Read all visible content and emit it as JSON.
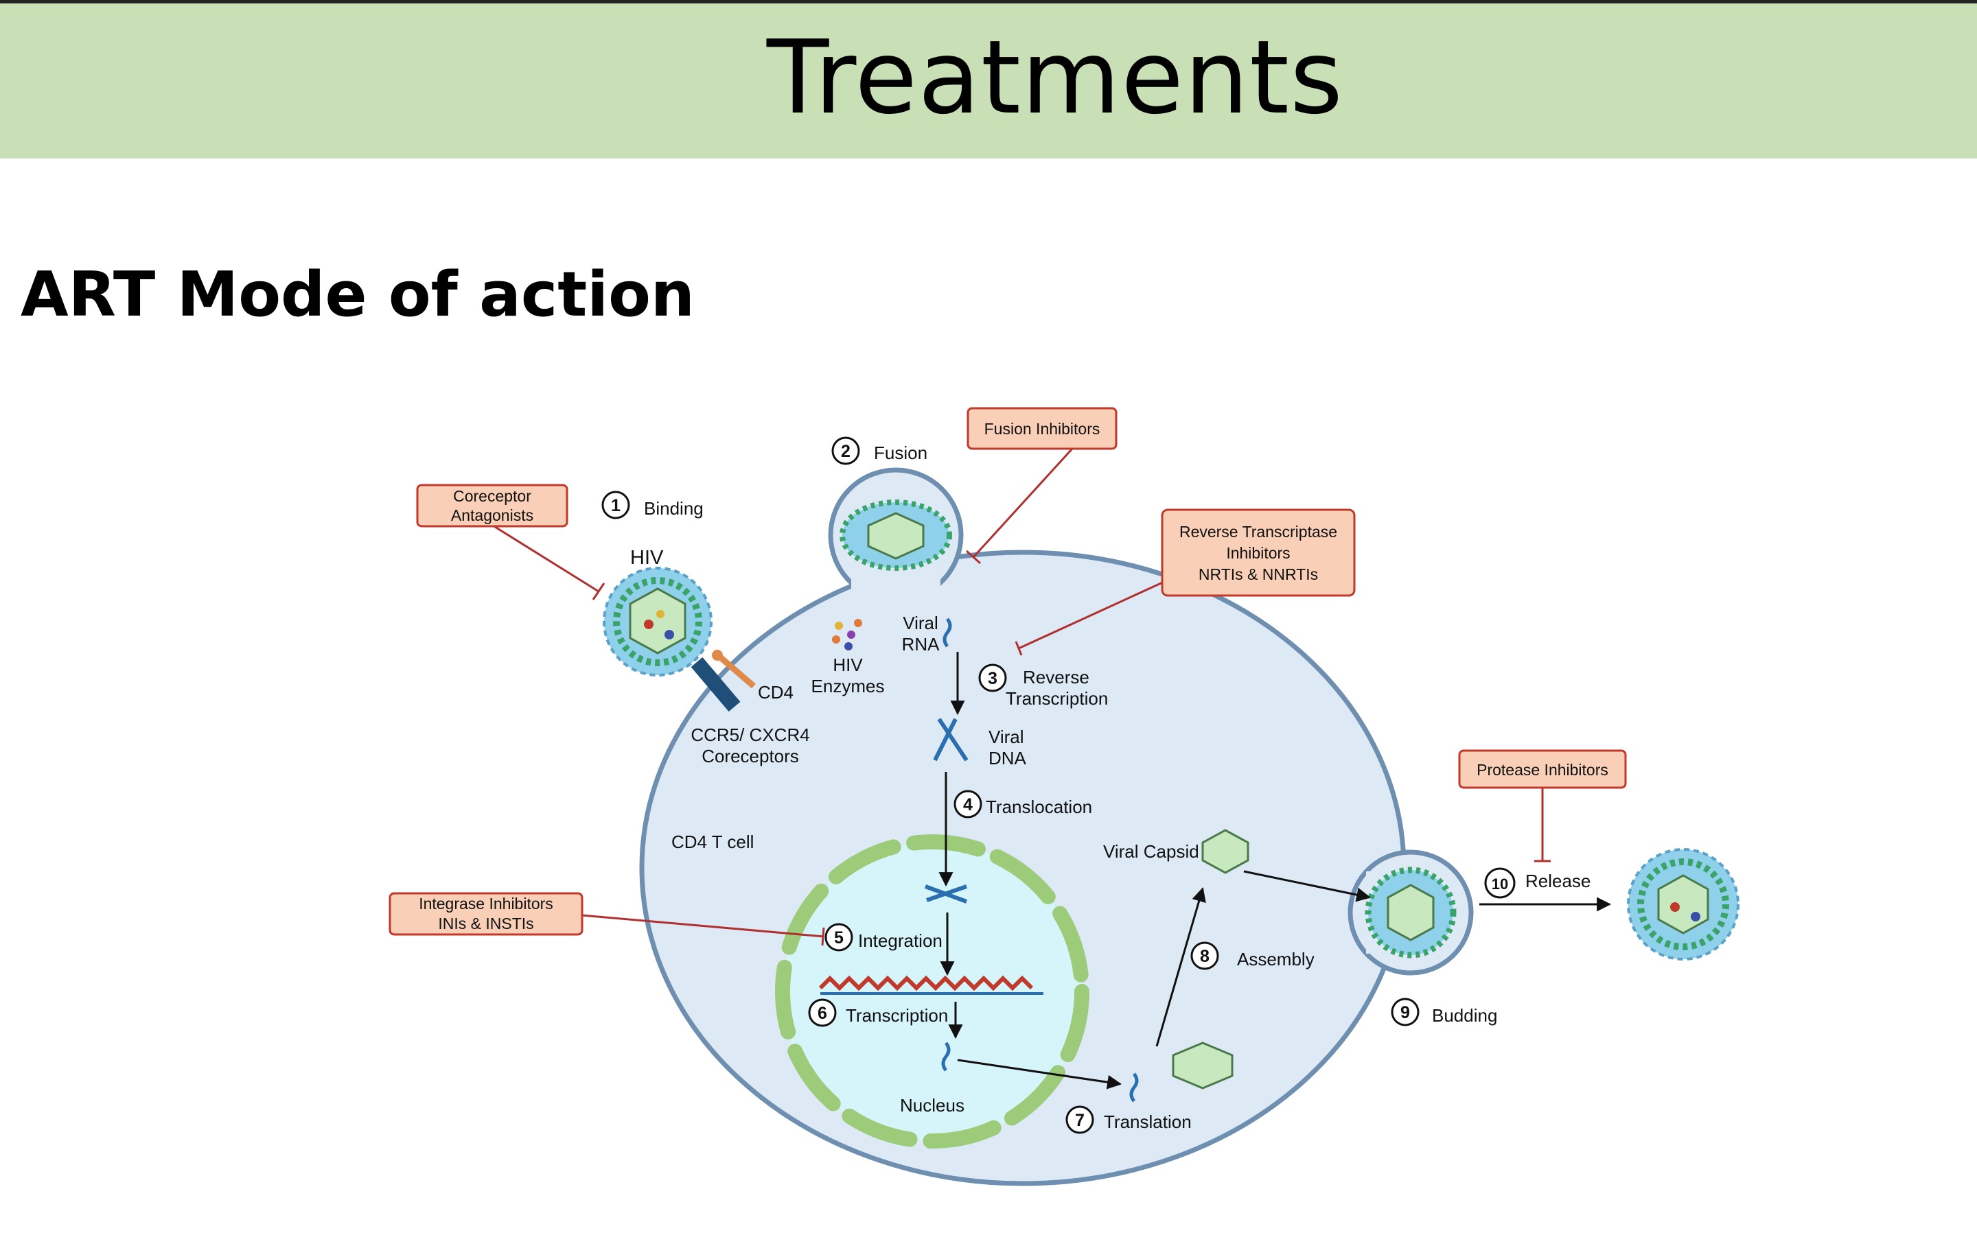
{
  "slide": {
    "title": "Treatments",
    "subtitle": "ART Mode of action"
  },
  "colors": {
    "banner": "#c9dfb6",
    "cell_fill": "#dde9f5",
    "cell_border": "#6f8fb0",
    "nucleus_fill": "#d6f5fb",
    "nucleus_border": "#9ccb7a",
    "drug_box_fill": "#f9cfb7",
    "drug_box_border": "#c0392b",
    "inhibitor_line": "#b03030"
  },
  "diagram": {
    "steps": [
      {
        "num": "1",
        "label": "Binding"
      },
      {
        "num": "2",
        "label": "Fusion"
      },
      {
        "num": "3",
        "label": "Reverse",
        "label2": "Transcription"
      },
      {
        "num": "4",
        "label": "Translocation"
      },
      {
        "num": "5",
        "label": "Integration"
      },
      {
        "num": "6",
        "label": "Transcription"
      },
      {
        "num": "7",
        "label": "Translation"
      },
      {
        "num": "8",
        "label": "Assembly"
      },
      {
        "num": "9",
        "label": "Budding"
      },
      {
        "num": "10",
        "label": "Release"
      }
    ],
    "drugs": {
      "coreceptor": [
        "Coreceptor",
        "Antagonists"
      ],
      "fusion": [
        "Fusion Inhibitors"
      ],
      "rti": [
        "Reverse Transcriptase",
        "Inhibitors",
        "NRTIs & NNRTIs"
      ],
      "protease": [
        "Protease Inhibitors"
      ],
      "integrase": [
        "Integrase Inhibitors",
        "INIs & INSTIs"
      ]
    },
    "labels": {
      "hiv": "HIV",
      "cd4": "CD4",
      "coreceptors": [
        "CCR5/ CXCR4",
        "Coreceptors"
      ],
      "cell": "CD4 T cell",
      "enzymes": [
        "HIV",
        "Enzymes"
      ],
      "viral_rna": [
        "Viral",
        "RNA"
      ],
      "viral_dna": [
        "Viral",
        "DNA"
      ],
      "capsid": "Viral Capsid",
      "nucleus": "Nucleus"
    }
  }
}
